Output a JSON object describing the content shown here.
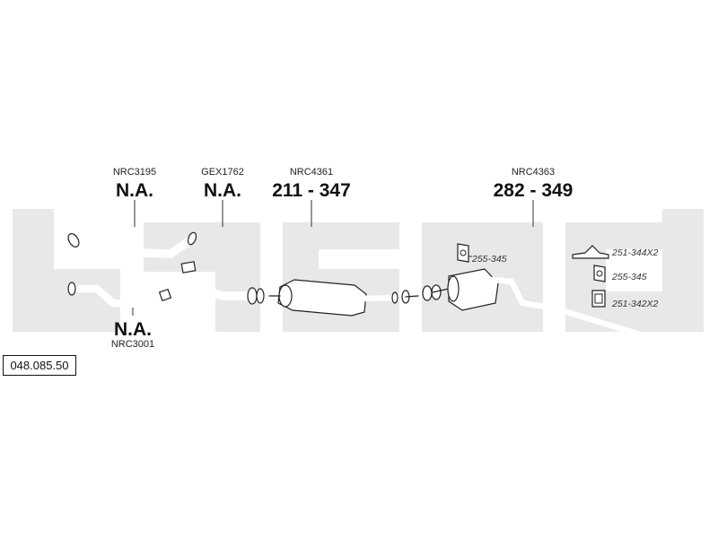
{
  "brand": {
    "watermark_color": "#e8e8e8"
  },
  "reference_number": "048.085.50",
  "parts": [
    {
      "code": "NRC3195",
      "price": "N.A."
    },
    {
      "code": "GEX1762",
      "price": "N.A."
    },
    {
      "code": "NRC4361",
      "price": "211 - 347"
    },
    {
      "code": "NRC4363",
      "price": "282 - 349"
    },
    {
      "code": "NRC3001",
      "price": "N.A."
    }
  ],
  "hardware": [
    {
      "label": "255-345"
    },
    {
      "label": "251-344X2"
    },
    {
      "label": "255-345"
    },
    {
      "label": "251-342X2"
    }
  ]
}
